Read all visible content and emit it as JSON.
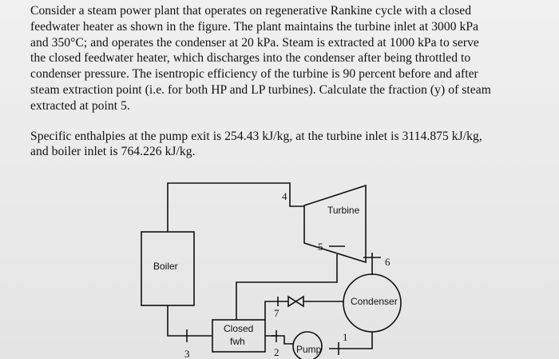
{
  "problem": {
    "paragraph1": [
      "Consider a steam power plant that operates on regenerative Rankine cycle with a closed",
      "feedwater heater as shown in the figure. The plant maintains the turbine inlet at 3000 kPa",
      "and 350°C; and operates the condenser at 20 kPa. Steam is extracted at 1000 kPa to serve",
      "the closed feedwater heater, which discharges into the condenser after being throttled to",
      "condenser pressure. The isentropic efficiency of the turbine is 90 percent before and after",
      "steam extraction point (i.e. for both HP and LP turbines). Calculate the fraction (y) of steam",
      "extracted at point 5."
    ],
    "paragraph2": [
      "Specific enthalpies at the pump exit is 254.43 kJ/kg, at the turbine inlet is 3114.875 kJ/kg,",
      "and boiler inlet is 764.226 kJ/kg."
    ]
  },
  "diagram": {
    "labels": {
      "boiler": "Boiler",
      "turbine": "Turbine",
      "condenser": "Condenser",
      "fwh_line1": "Closed",
      "fwh_line2": "fwh",
      "pump": "Pump"
    },
    "state_points": [
      "1",
      "2",
      "3",
      "4",
      "5",
      "6",
      "7"
    ]
  }
}
